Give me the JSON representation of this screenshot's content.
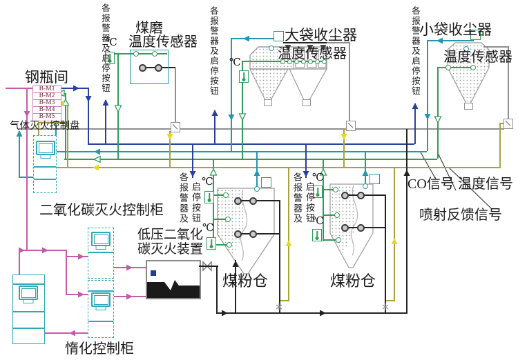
{
  "labels": {
    "cylinder_room": "钢瓶间",
    "gas_panel": "气体灭火控制盘",
    "co2_cabinet": "二氧化碳灭火控制柜",
    "lp_co2_l1": "低压二氧化",
    "lp_co2_l2": "碳灭火装置",
    "inert_cabinet": "惰化控制柜",
    "coal_mill_l1": "煤磨",
    "coal_mill_l2": "温度传感器",
    "big_bag": "大袋收尘器",
    "big_bag_sensor": "温度传感器",
    "small_bag": "小袋收尘器",
    "small_bag_sensor": "温度传感器",
    "silo": "煤粉仓",
    "co_signal": "CO信号",
    "temp_signal": "温度信号",
    "spray_signal": "喷射反馈信号",
    "alarm_full": "各报警器及启停按钮",
    "alarm_a": "各报警器及",
    "alarm_b": "启停按钮",
    "celsius": "℃"
  },
  "bottles": [
    "B-M1",
    "B-M2",
    "B-M3",
    "B-M4",
    "B-M5"
  ],
  "colors": {
    "magenta": "#c45ba8",
    "blue": "#2a3f9e",
    "teal": "#2398ad",
    "green": "#2e9e5b",
    "olive": "#a8a23c",
    "yellow": "#e8d820",
    "gray": "#909090",
    "black": "#1c1c1c",
    "cabinet_teal": "#2fa8b8",
    "bottle_border": "#cf86bb",
    "bottle_text": "#6b2030"
  }
}
